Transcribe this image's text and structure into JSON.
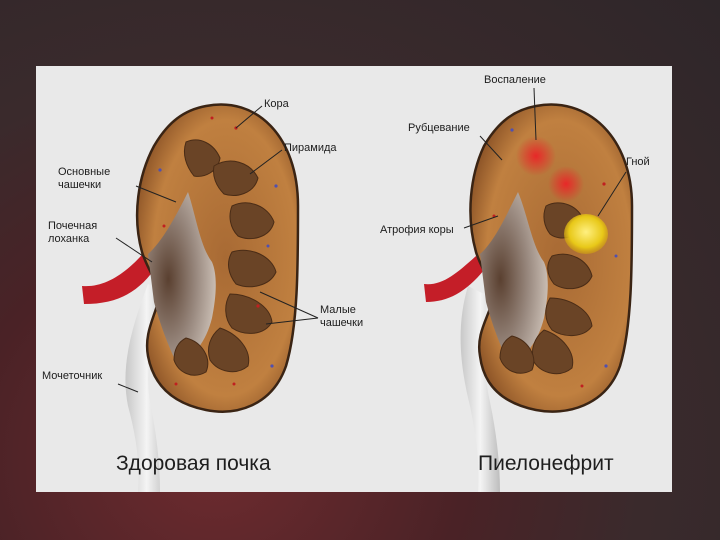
{
  "colors": {
    "background": "#3a2a2c",
    "panel": "#e9e9e9",
    "kidney_cortex": "#b87a3c",
    "kidney_medulla": "#6e4a2a",
    "pelvis": "#8a7a70",
    "artery": "#c8202a",
    "ureter": "#d9d9d9",
    "inflammation": "#e03030",
    "pus": "#f0d020"
  },
  "healthy": {
    "title": "Здоровая почка",
    "labels": {
      "cortex": "Кора",
      "pyramid": "Пирамида",
      "major_calyces": "Основные\nчашечки",
      "pelvis": "Почечная\nлоханка",
      "minor_calyces": "Малые\nчашечки",
      "ureter": "Мочеточник"
    }
  },
  "pyelonephritis": {
    "title": "Пиелонефрит",
    "labels": {
      "inflammation": "Воспаление",
      "scarring": "Рубцевание",
      "pus": "Гной",
      "cortex_atrophy": "Атрофия коры"
    }
  }
}
